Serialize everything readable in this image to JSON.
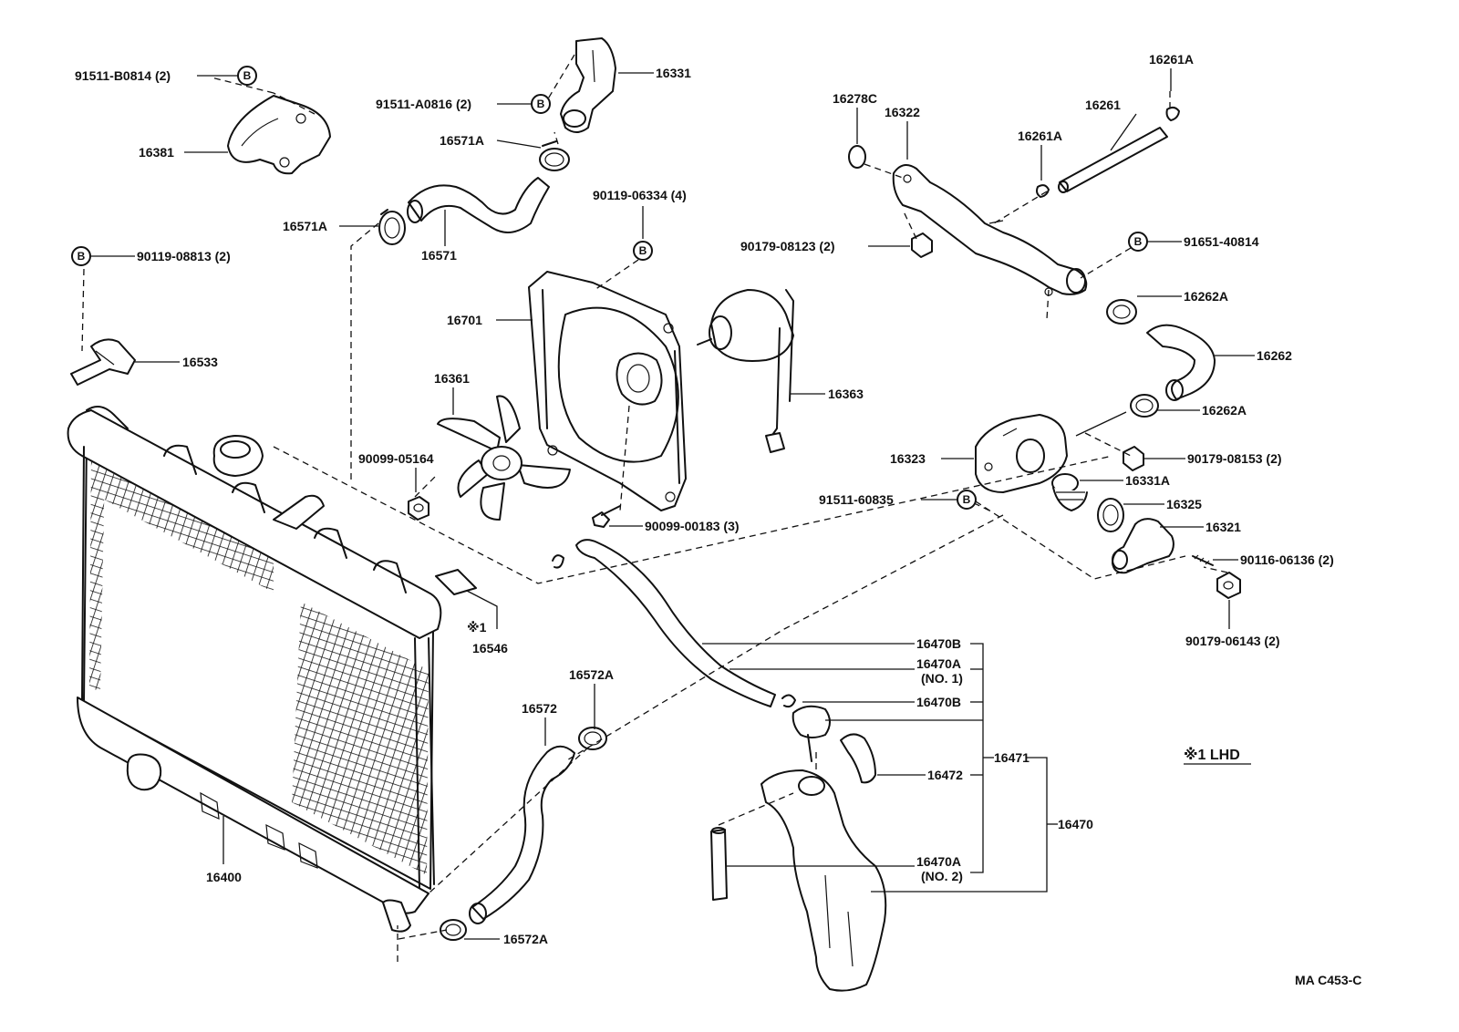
{
  "diagram": {
    "code": "MA C453-C",
    "marker_symbol": "B",
    "note_label": "※1 LHD",
    "note_mark": "※1",
    "labels": {
      "p91511B0814": "91511-B0814 (2)",
      "p16381": "16381",
      "p91511A0816": "91511-A0816 (2)",
      "p16331": "16331",
      "p16571A_top": "16571A",
      "p16571A_left": "16571A",
      "p16571": "16571",
      "p90119_08813": "90119-08813 (2)",
      "p16533": "16533",
      "p90119_06334": "90119-06334 (4)",
      "p16701": "16701",
      "p16361": "16361",
      "p16363": "16363",
      "p90099_05164": "90099-05164",
      "p90099_00183": "90099-00183 (3)",
      "p16546": "16546",
      "p16278C": "16278C",
      "p16322": "16322",
      "p16261A_top": "16261A",
      "p16261": "16261",
      "p16261A_mid": "16261A",
      "p90179_08123": "90179-08123 (2)",
      "p91651_40814": "91651-40814",
      "p16262A_top": "16262A",
      "p16262": "16262",
      "p16262A_bot": "16262A",
      "p16323": "16323",
      "p90179_08153": "90179-08153 (2)",
      "p16331A": "16331A",
      "p91511_60835": "91511-60835",
      "p16325": "16325",
      "p16321": "16321",
      "p90116_06136": "90116-06136 (2)",
      "p90179_06143": "90179-06143 (2)",
      "p16470B_top": "16470B",
      "p16470A_no1": "16470A",
      "p16470A_no1_sub": "(NO. 1)",
      "p16470B_bot": "16470B",
      "p16471": "16471",
      "p16472": "16472",
      "p16470": "16470",
      "p16470A_no2": "16470A",
      "p16470A_no2_sub": "(NO. 2)",
      "p16572A_top": "16572A",
      "p16572": "16572",
      "p16572A_bot": "16572A",
      "p16400": "16400"
    }
  }
}
